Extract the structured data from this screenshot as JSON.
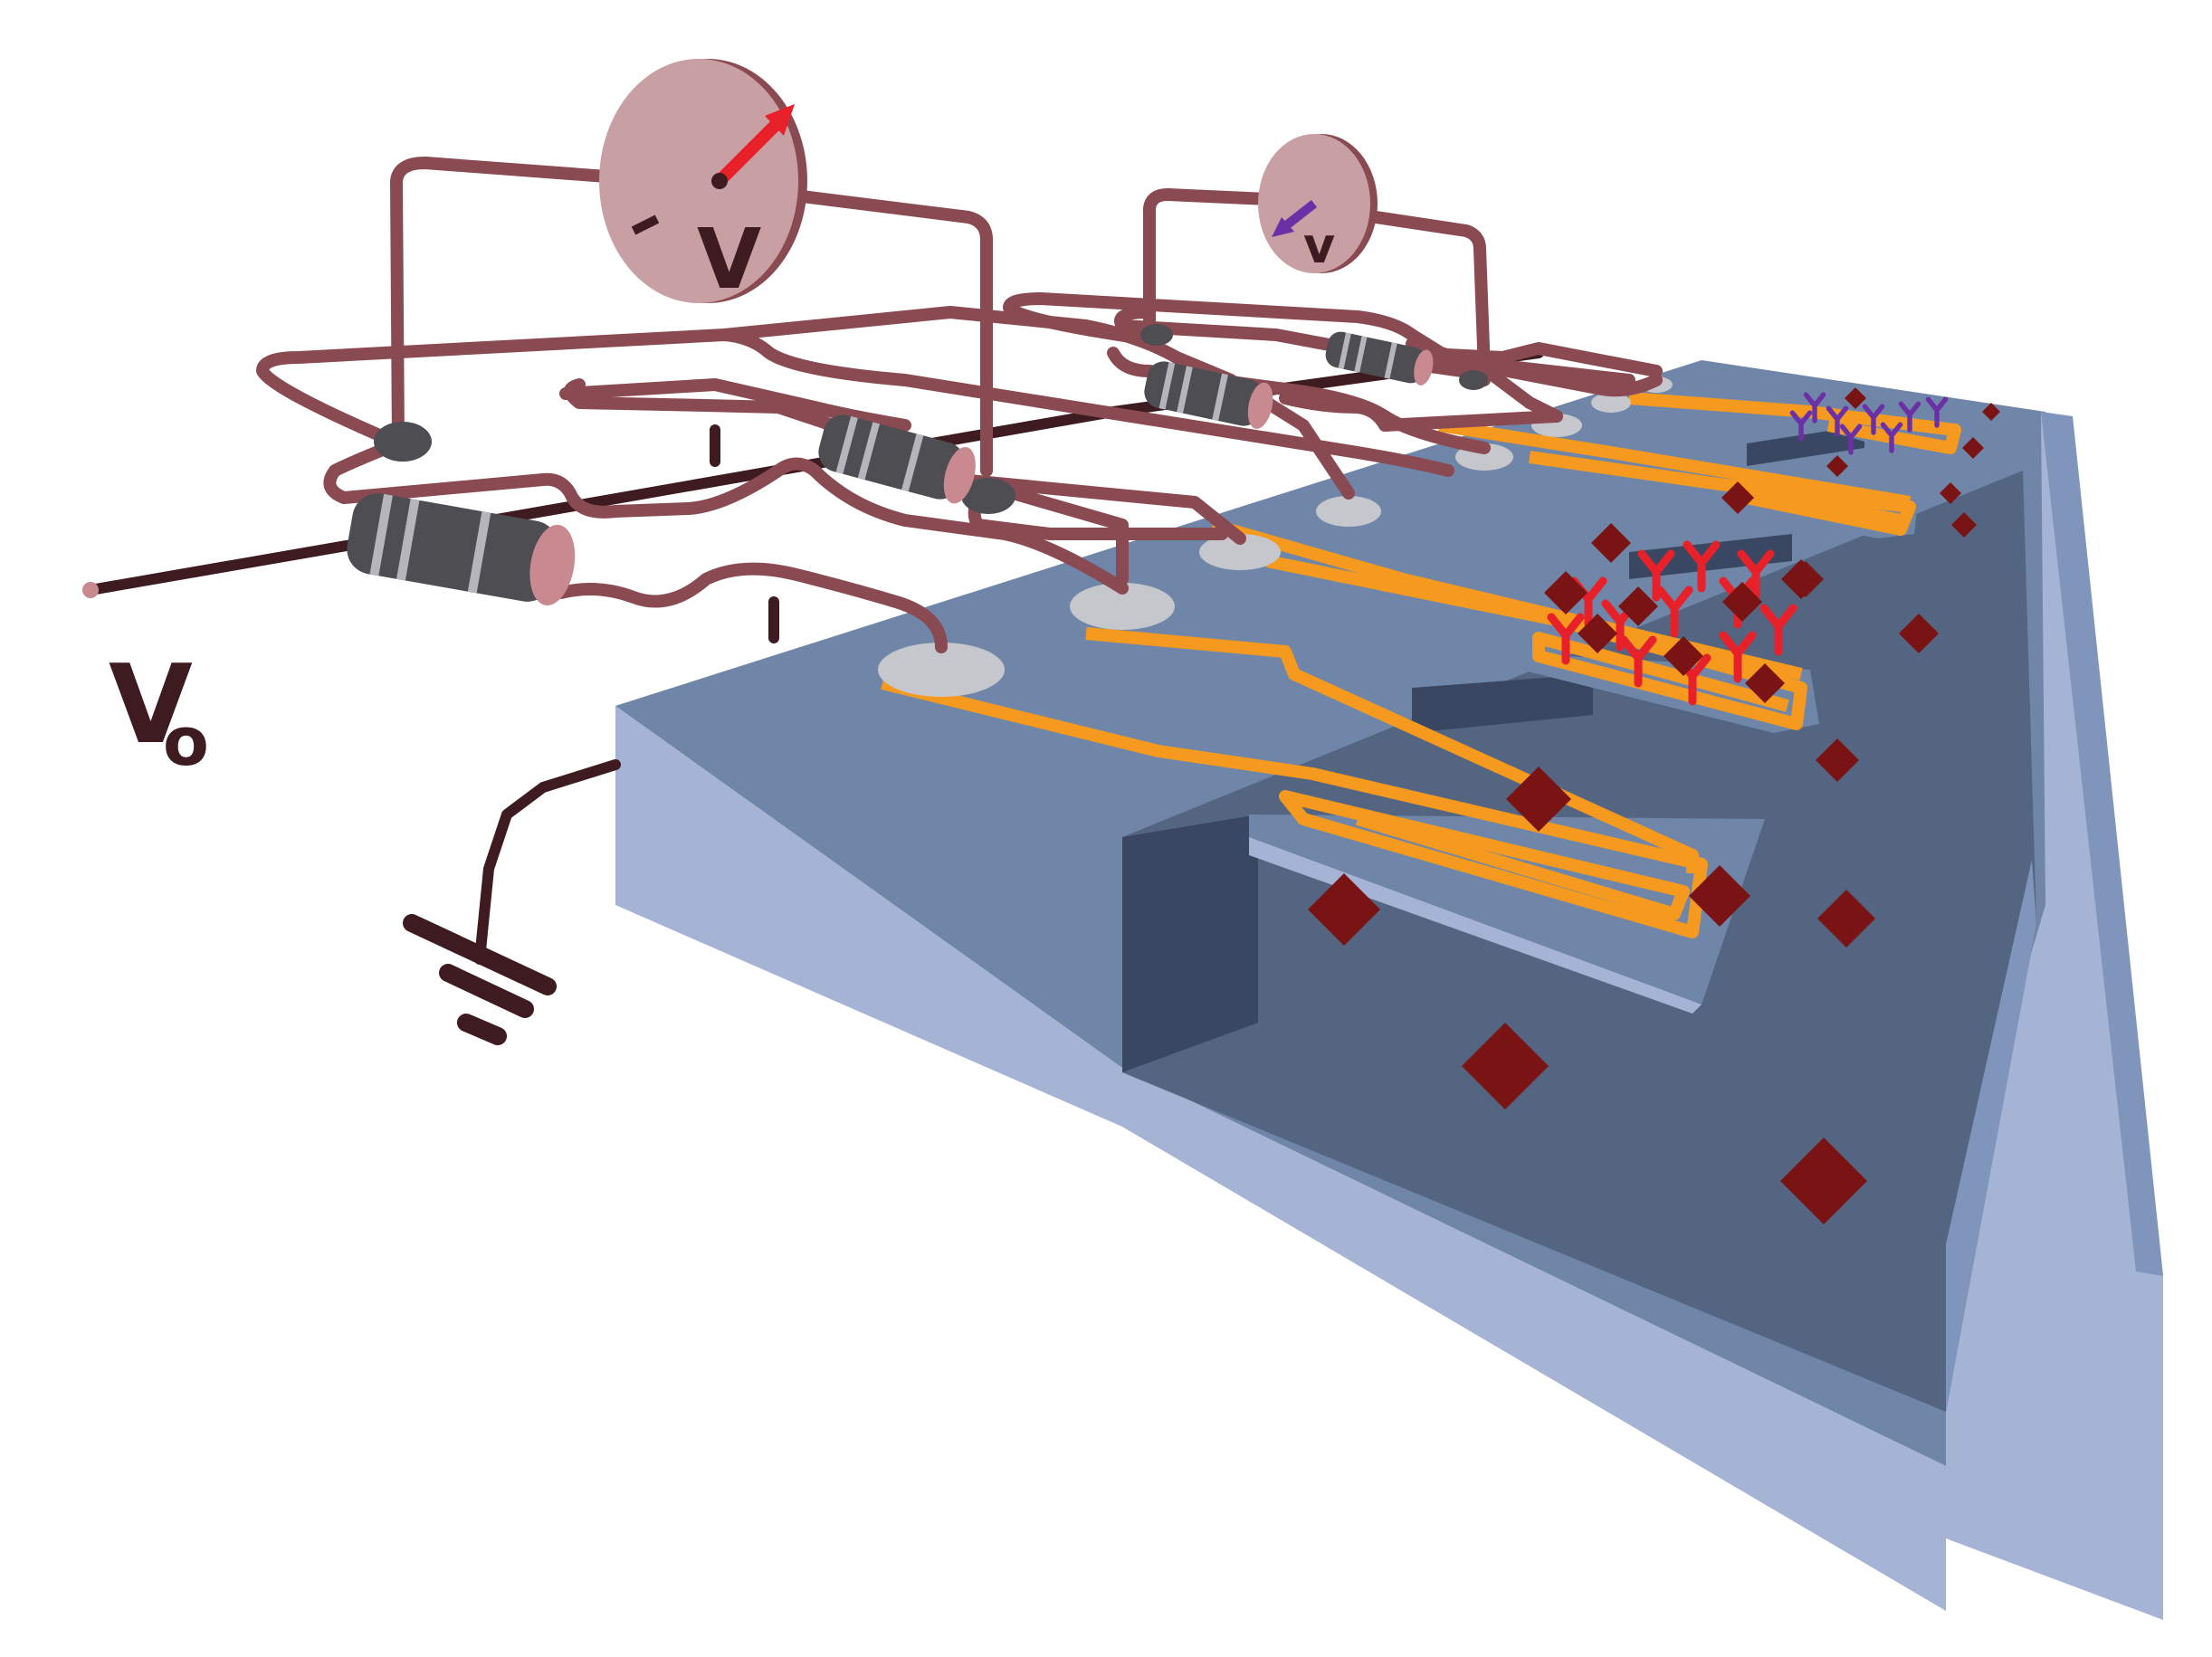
{
  "labels": {
    "supply_voltage": "V",
    "supply_subscript": "o",
    "meter_large": "V",
    "meter_small": "v"
  },
  "colors": {
    "background": "#ffffff",
    "substrate_top": "#6f86a8",
    "substrate_front": "#a5b3d4",
    "substrate_right": "#7f95bc",
    "cavity_floor": "#546582",
    "cavity_wall": "#3a4763",
    "trace": "#f59a1e",
    "wire": "#8a4a52",
    "ground_wire": "#3d1b20",
    "pad": "#c5c7cc",
    "resistor_body": "#4d4d52",
    "resistor_band": "#b4b6bc",
    "resistor_cap": "#c98a8f",
    "meter_face": "#c8a0a4",
    "needle_large": "#e8202a",
    "needle_small": "#6b2fa6",
    "antibody_red": "#e8202a",
    "antibody_purple": "#6b2fa6",
    "analyte": "#7a1414",
    "text": "#3d1b20"
  },
  "icons": [
    "voltmeter-icon",
    "resistor-icon",
    "ground-icon",
    "antibody-icon",
    "analyte-icon",
    "cantilever-icon"
  ]
}
